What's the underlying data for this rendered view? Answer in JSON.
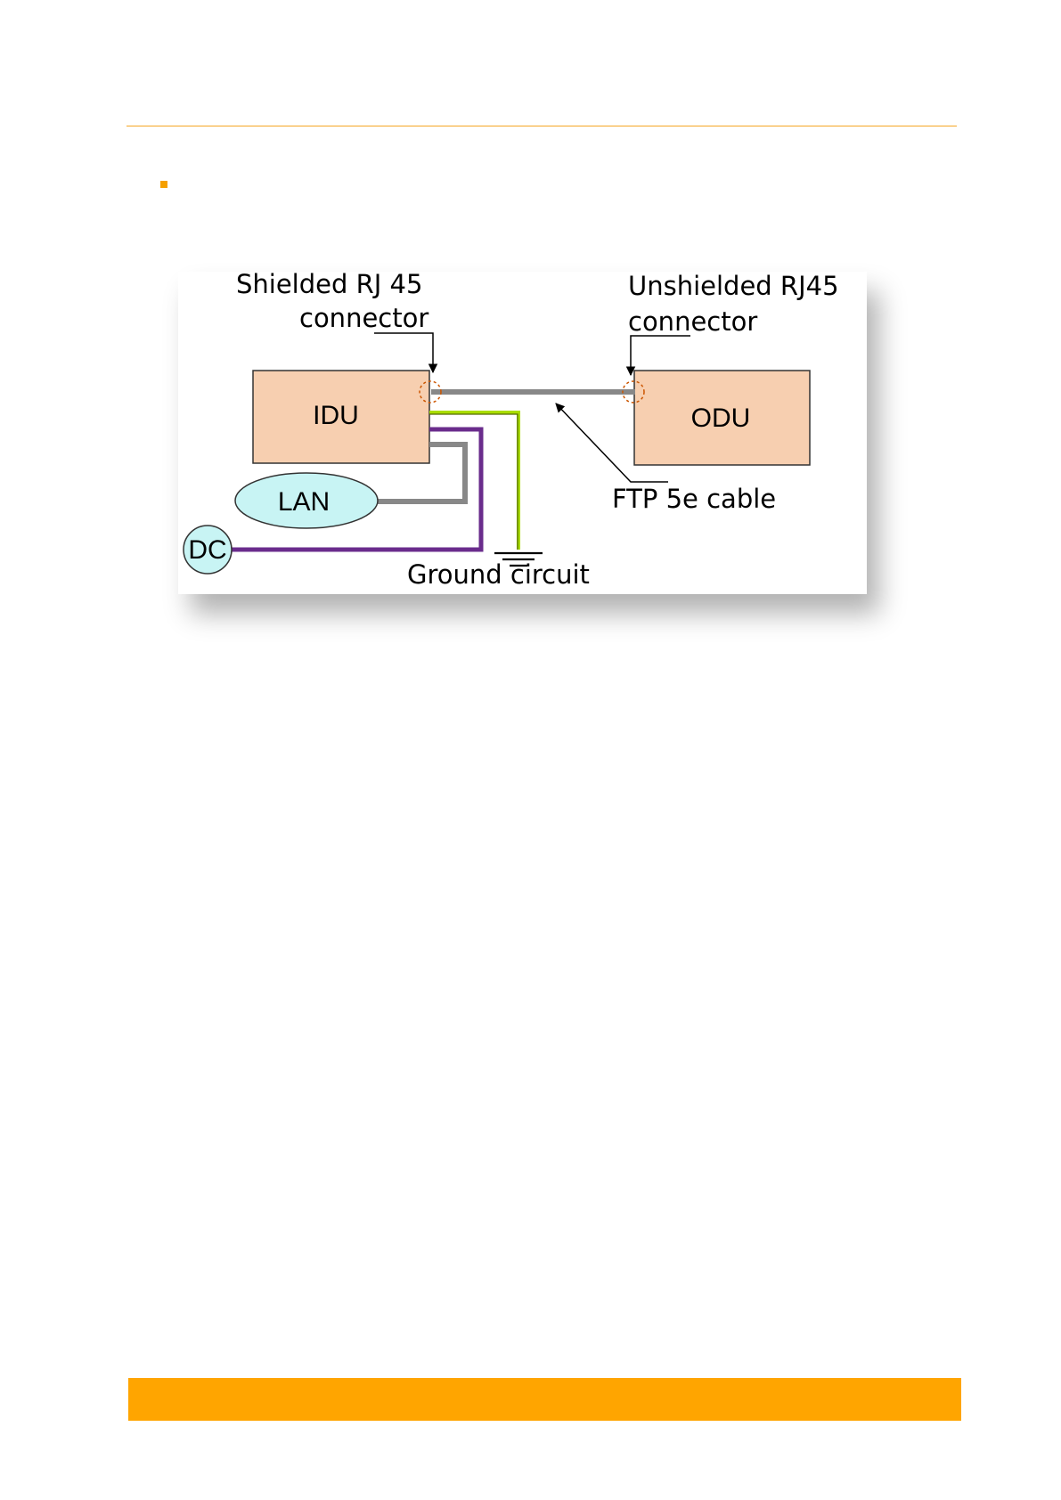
{
  "colors": {
    "accent": "#ffa500",
    "unit_fill": "#f7cfb0",
    "node_fill": "#c8f4f4",
    "cable_gray": "#888888",
    "ground_green": "#aadd00",
    "dc_purple": "#6a2c8c",
    "connector_marker": "#cc5500"
  },
  "diagram": {
    "shielded_connector": {
      "line1": "Shielded RJ 45",
      "line2": "connector"
    },
    "unshielded_connector": {
      "line1": "Unshielded RJ45",
      "line2": "connector"
    },
    "idu": {
      "label": "IDU"
    },
    "odu": {
      "label": "ODU"
    },
    "lan": {
      "label": "LAN"
    },
    "dc": {
      "label": "DC"
    },
    "cable": {
      "label": "FTP 5e cable"
    },
    "ground": {
      "label": "Ground circuit"
    }
  }
}
